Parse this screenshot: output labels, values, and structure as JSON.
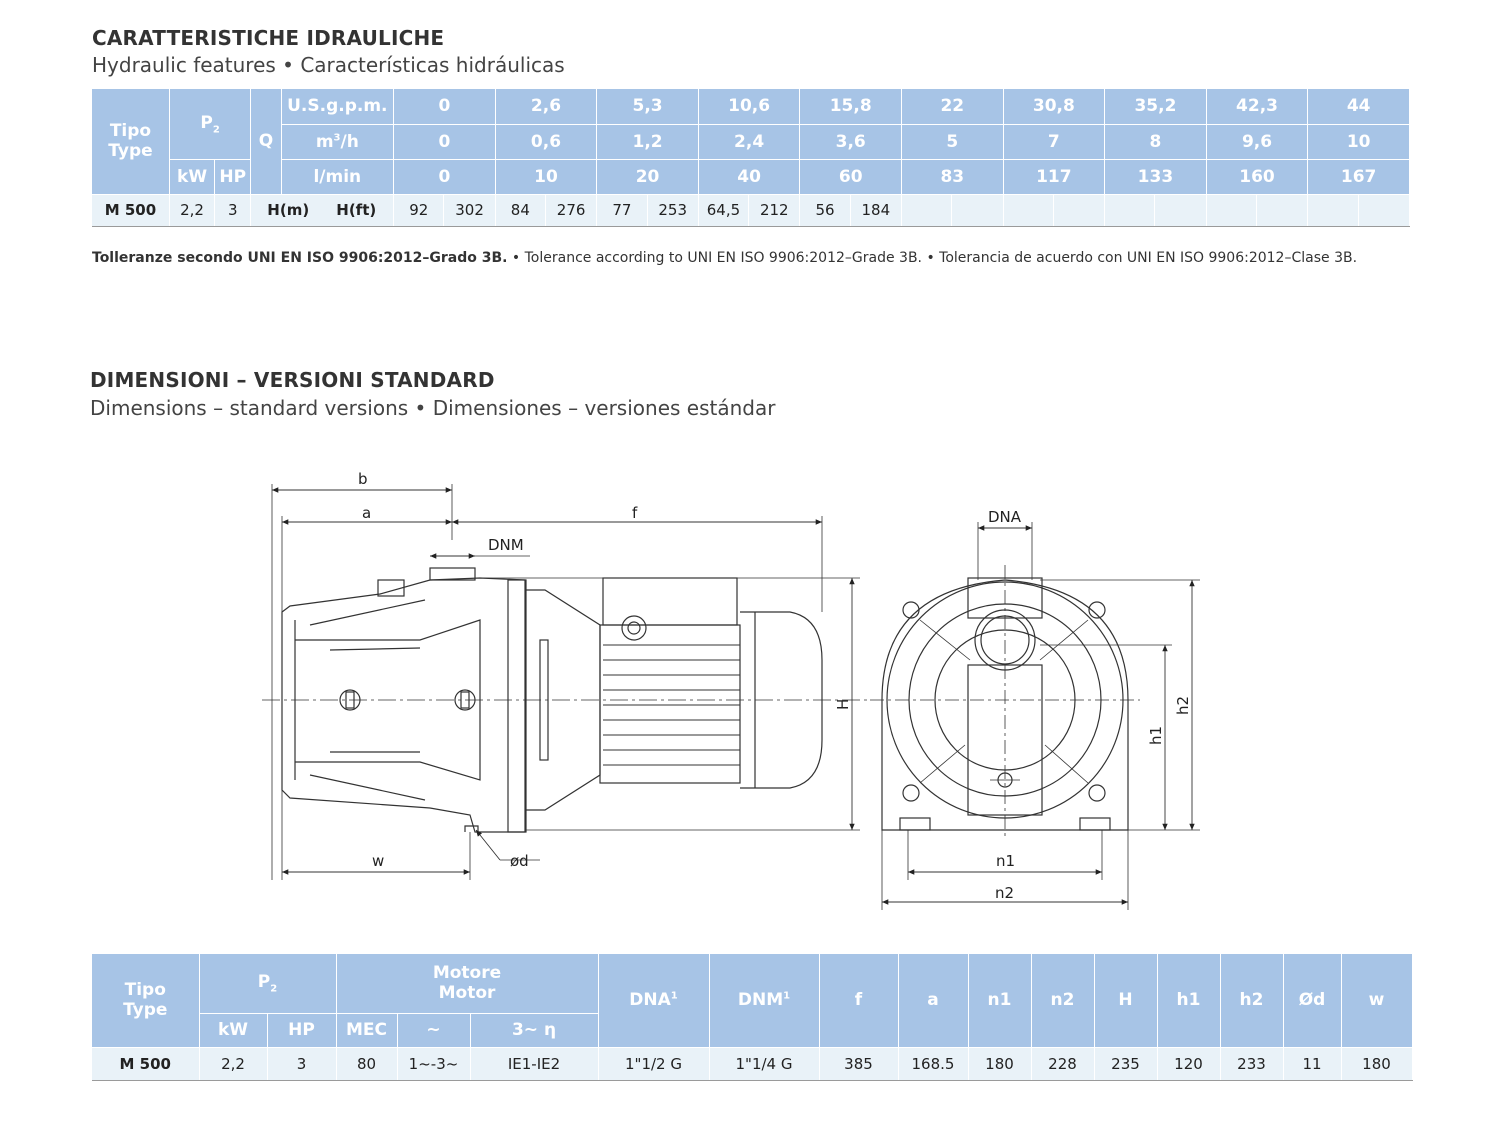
{
  "hydraulic": {
    "title": "CARATTERISTICHE IDRAULICHE",
    "subtitle": "Hydraulic features • Características hidráulicas",
    "header": {
      "tipo": "Tipo",
      "type": "Type",
      "p2_base": "P",
      "p2_sub": "2",
      "q": "Q",
      "kw": "kW",
      "hp": "HP",
      "usgpm": "U.S.g.p.m.",
      "m3h_base": "m",
      "m3h_sup": "3",
      "m3h_rest": "/h",
      "lmin": "l/min"
    },
    "usgpm": [
      "0",
      "2,6",
      "5,3",
      "10,6",
      "15,8",
      "22",
      "30,8",
      "35,2",
      "42,3",
      "44"
    ],
    "m3h": [
      "0",
      "0,6",
      "1,2",
      "2,4",
      "3,6",
      "5",
      "7",
      "8",
      "9,6",
      "10"
    ],
    "lmin": [
      "0",
      "10",
      "20",
      "40",
      "60",
      "83",
      "117",
      "133",
      "160",
      "167"
    ],
    "row": {
      "model": "M 500",
      "kw": "2,2",
      "hp": "3",
      "hm_label": "H(m)",
      "hft_label": "H(ft)",
      "values": [
        "92",
        "302",
        "84",
        "276",
        "77",
        "253",
        "64,5",
        "212",
        "56",
        "184",
        "",
        "",
        "",
        "",
        "",
        "",
        "",
        "",
        "",
        ""
      ]
    },
    "tolerance_bold": "Tolleranze secondo UNI EN ISO 9906:2012–Grado 3B.",
    "tolerance_rest": " • Tolerance according to UNI EN ISO 9906:2012–Grade 3B. • Tolerancia de acuerdo con UNI EN ISO 9906:2012–Clase 3B."
  },
  "dimensions": {
    "title": "DIMENSIONI – VERSIONI STANDARD",
    "subtitle": "Dimensions – standard versions • Dimensiones – versiones estándar",
    "labels": {
      "b": "b",
      "a": "a",
      "f": "f",
      "dnm": "DNM",
      "dna": "DNA",
      "H": "H",
      "h1": "h1",
      "h2": "h2",
      "w": "w",
      "od": "ød",
      "n1": "n1",
      "n2": "n2"
    },
    "table": {
      "tipo": "Tipo",
      "type": "Type",
      "p2_base": "P",
      "p2_sub": "2",
      "motore": "Motore",
      "motor": "Motor",
      "kw": "kW",
      "hp": "HP",
      "mec": "MEC",
      "tilde": "~",
      "eta": "3~ η",
      "dna": "DNA",
      "dnm": "DNM",
      "note_sup": "1",
      "cols": [
        "f",
        "a",
        "n1",
        "n2",
        "H",
        "h1",
        "h2",
        "Ød",
        "w"
      ],
      "row": {
        "model": "M 500",
        "kw": "2,2",
        "hp": "3",
        "mec": "80",
        "phase": "1~-3~",
        "eff": "IE1-IE2",
        "dna": "1\"1/2 G",
        "dnm": "1\"1/4 G",
        "values": [
          "385",
          "168.5",
          "180",
          "228",
          "235",
          "120",
          "233",
          "11",
          "180"
        ]
      }
    }
  }
}
